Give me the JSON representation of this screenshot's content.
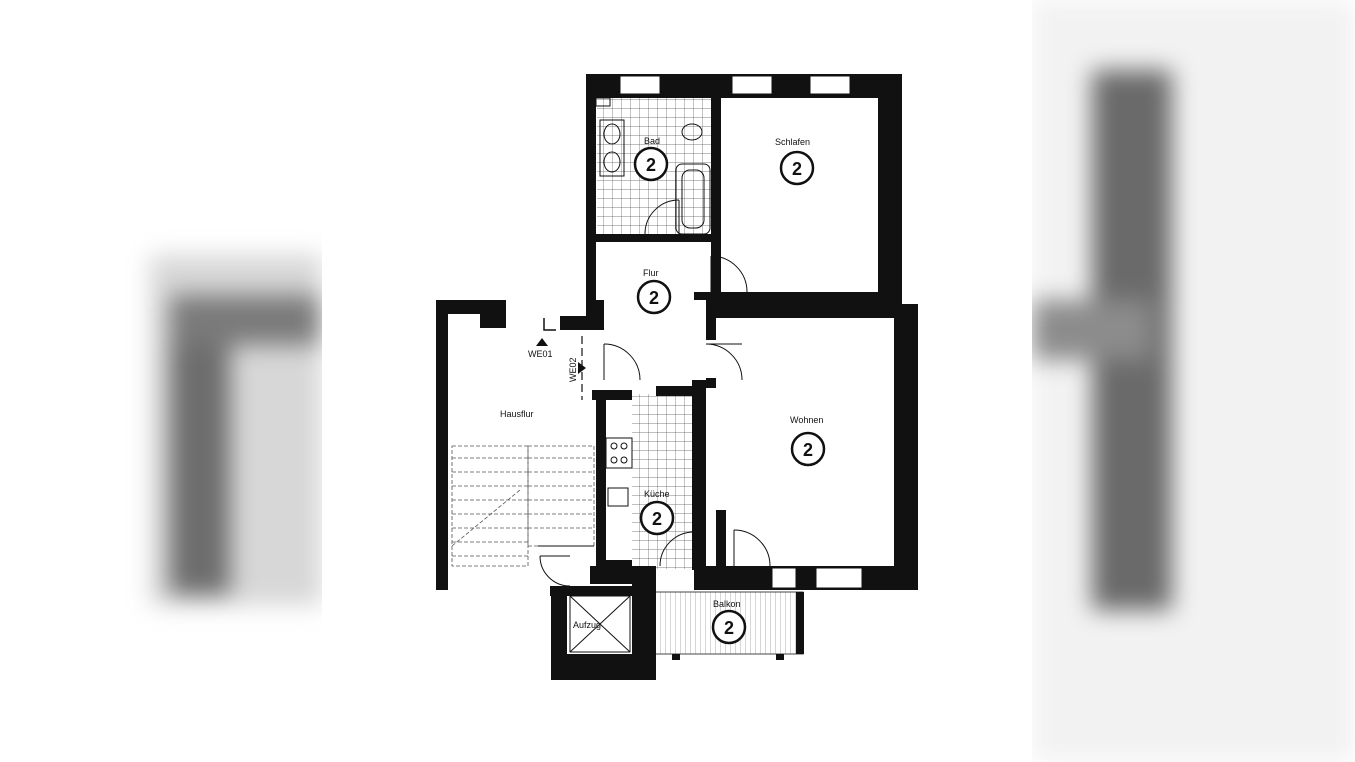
{
  "plan": {
    "rooms": [
      {
        "id": "bad",
        "name": "Bad",
        "badge": "2"
      },
      {
        "id": "schlafen",
        "name": "Schlafen",
        "badge": "2"
      },
      {
        "id": "flur",
        "name": "Flur",
        "badge": "2"
      },
      {
        "id": "wohnen",
        "name": "Wohnen",
        "badge": "2"
      },
      {
        "id": "kueche",
        "name": "Küche",
        "badge": "2"
      },
      {
        "id": "balkon",
        "name": "Balkon",
        "badge": "2"
      },
      {
        "id": "hausflur",
        "name": "Hausflur",
        "badge": ""
      },
      {
        "id": "aufzug",
        "name": "Aufzug",
        "badge": ""
      }
    ],
    "entrances": [
      {
        "id": "we01",
        "label": "WE01"
      },
      {
        "id": "we02",
        "label": "WE02"
      }
    ]
  }
}
